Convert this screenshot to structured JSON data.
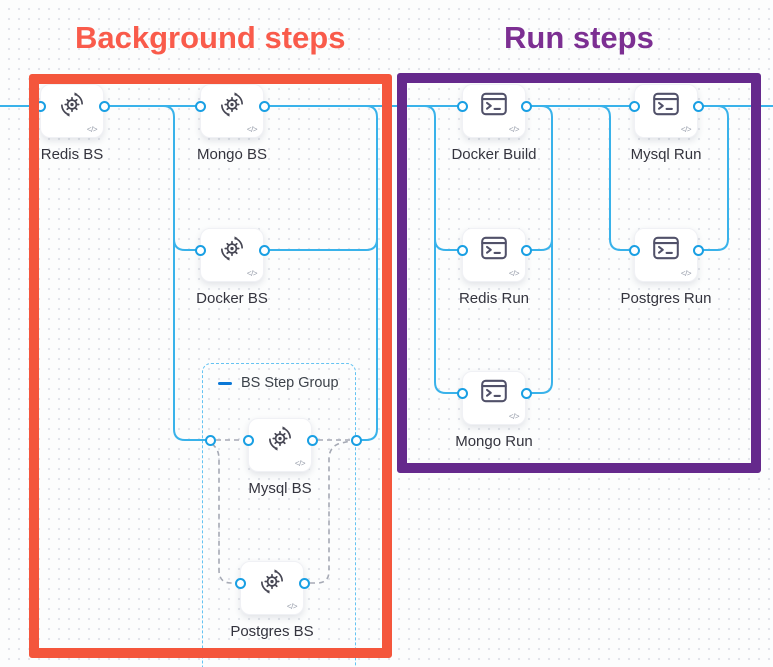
{
  "annotations": {
    "background": {
      "title": "Background steps",
      "box_color": "#f4563c",
      "title_color": "#f95b4b"
    },
    "run": {
      "title": "Run steps",
      "box_color": "#65298c",
      "title_color": "#7c2f92"
    }
  },
  "step_group": {
    "label": "BS Step Group"
  },
  "steps": [
    {
      "id": "redis-bs",
      "label": "Redis BS",
      "type": "background",
      "icon": "background-step-icon"
    },
    {
      "id": "mongo-bs",
      "label": "Mongo BS",
      "type": "background",
      "icon": "background-step-icon"
    },
    {
      "id": "docker-build",
      "label": "Docker Build",
      "type": "run",
      "icon": "terminal-icon"
    },
    {
      "id": "mysql-run",
      "label": "Mysql Run",
      "type": "run",
      "icon": "terminal-icon"
    },
    {
      "id": "docker-bs",
      "label": "Docker BS",
      "type": "background",
      "icon": "background-step-icon"
    },
    {
      "id": "redis-run",
      "label": "Redis Run",
      "type": "run",
      "icon": "terminal-icon"
    },
    {
      "id": "postgres-run",
      "label": "Postgres Run",
      "type": "run",
      "icon": "terminal-icon"
    },
    {
      "id": "mongo-run",
      "label": "Mongo Run",
      "type": "run",
      "icon": "terminal-icon"
    },
    {
      "id": "mysql-bs",
      "label": "Mysql BS",
      "type": "background",
      "icon": "background-step-icon"
    },
    {
      "id": "postgres-bs",
      "label": "Postgres BS",
      "type": "background",
      "icon": "background-step-icon"
    }
  ],
  "glyphs": {
    "code": "</>"
  },
  "colors": {
    "connector": "#39b2ea",
    "port": "#199fe3",
    "dashed-connector": "#a6aab5",
    "group-border": "#65c3f2",
    "collapse": "#0b78d6",
    "red": "#f4563c",
    "red-title": "#f95b4b",
    "purple": "#65298c",
    "purple-title": "#7c2f92"
  }
}
